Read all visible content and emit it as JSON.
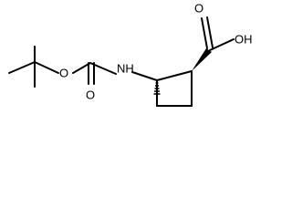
{
  "molecule": {
    "atoms": {
      "o_ester": "O",
      "o_carbonyl": "O",
      "nh": "NH",
      "o_acid": "O",
      "oh": "OH"
    }
  }
}
